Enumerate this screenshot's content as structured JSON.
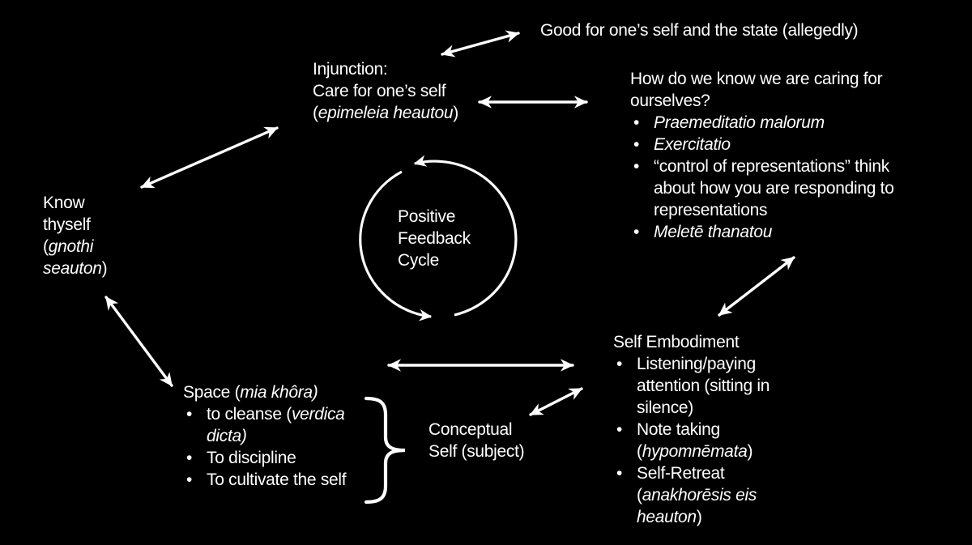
{
  "ui": {
    "bullet": "•"
  },
  "colors": {
    "background": "#000000",
    "text": "#ffffff"
  },
  "nodes": {
    "good_state": {
      "lines": [
        [
          {
            "t": "Good for one’s self and the state (allegedly)"
          }
        ]
      ]
    },
    "injunction": {
      "lines": [
        [
          {
            "t": "Injunction:"
          }
        ],
        [
          {
            "t": "Care for one’s self"
          }
        ],
        [
          {
            "t": "("
          },
          {
            "t": "epimeleia heautou",
            "i": true
          },
          {
            "t": ")"
          }
        ]
      ]
    },
    "how_know": {
      "heading_lines": [
        [
          {
            "t": "How do we know we are caring for"
          }
        ],
        [
          {
            "t": "ourselves?"
          }
        ]
      ],
      "bullets": [
        {
          "lines": [
            [
              {
                "t": "Praemeditatio malorum",
                "i": true
              }
            ]
          ]
        },
        {
          "lines": [
            [
              {
                "t": "Exercitatio",
                "i": true
              }
            ]
          ]
        },
        {
          "lines": [
            [
              {
                "t": "“control of representations” think"
              }
            ],
            [
              {
                "t": "about how you are responding to"
              }
            ],
            [
              {
                "t": "representations"
              }
            ]
          ]
        },
        {
          "lines": [
            [
              {
                "t": "Meletē thanatou",
                "i": true
              }
            ]
          ]
        }
      ]
    },
    "know_thyself": {
      "lines": [
        [
          {
            "t": "Know"
          }
        ],
        [
          {
            "t": "thyself"
          }
        ],
        [
          {
            "t": "("
          },
          {
            "t": "gnothi",
            "i": true
          }
        ],
        [
          {
            "t": "seauton",
            "i": true
          },
          {
            "t": ")"
          }
        ]
      ]
    },
    "cycle": {
      "lines": [
        [
          {
            "t": "Positive"
          }
        ],
        [
          {
            "t": "Feedback"
          }
        ],
        [
          {
            "t": "Cycle"
          }
        ]
      ]
    },
    "self_embodiment": {
      "heading_lines": [
        [
          {
            "t": "Self Embodiment"
          }
        ]
      ],
      "bullets": [
        {
          "lines": [
            [
              {
                "t": "Listening/paying"
              }
            ],
            [
              {
                "t": "attention (sitting in"
              }
            ],
            [
              {
                "t": "silence)"
              }
            ]
          ]
        },
        {
          "lines": [
            [
              {
                "t": "Note taking"
              }
            ],
            [
              {
                "t": "("
              },
              {
                "t": "hypomnēmata",
                "i": true
              },
              {
                "t": ")"
              }
            ]
          ]
        },
        {
          "lines": [
            [
              {
                "t": "Self-Retreat"
              }
            ],
            [
              {
                "t": "("
              },
              {
                "t": "anakhorēsis eis",
                "i": true
              }
            ],
            [
              {
                "t": "heauton",
                "i": true
              },
              {
                "t": ")"
              }
            ]
          ]
        }
      ]
    },
    "space": {
      "heading_lines": [
        [
          {
            "t": "Space ("
          },
          {
            "t": "mia khôra)",
            "i": true
          }
        ]
      ],
      "bullets": [
        {
          "lines": [
            [
              {
                "t": "to cleanse ("
              },
              {
                "t": "verdica",
                "i": true
              }
            ],
            [
              {
                "t": "dicta)",
                "i": true
              }
            ]
          ]
        },
        {
          "lines": [
            [
              {
                "t": "To discipline"
              }
            ]
          ]
        },
        {
          "lines": [
            [
              {
                "t": "To cultivate the self"
              }
            ]
          ]
        }
      ]
    },
    "conceptual_self": {
      "lines": [
        [
          {
            "t": "Conceptual"
          }
        ],
        [
          {
            "t": "Self (subject)"
          }
        ]
      ]
    }
  }
}
